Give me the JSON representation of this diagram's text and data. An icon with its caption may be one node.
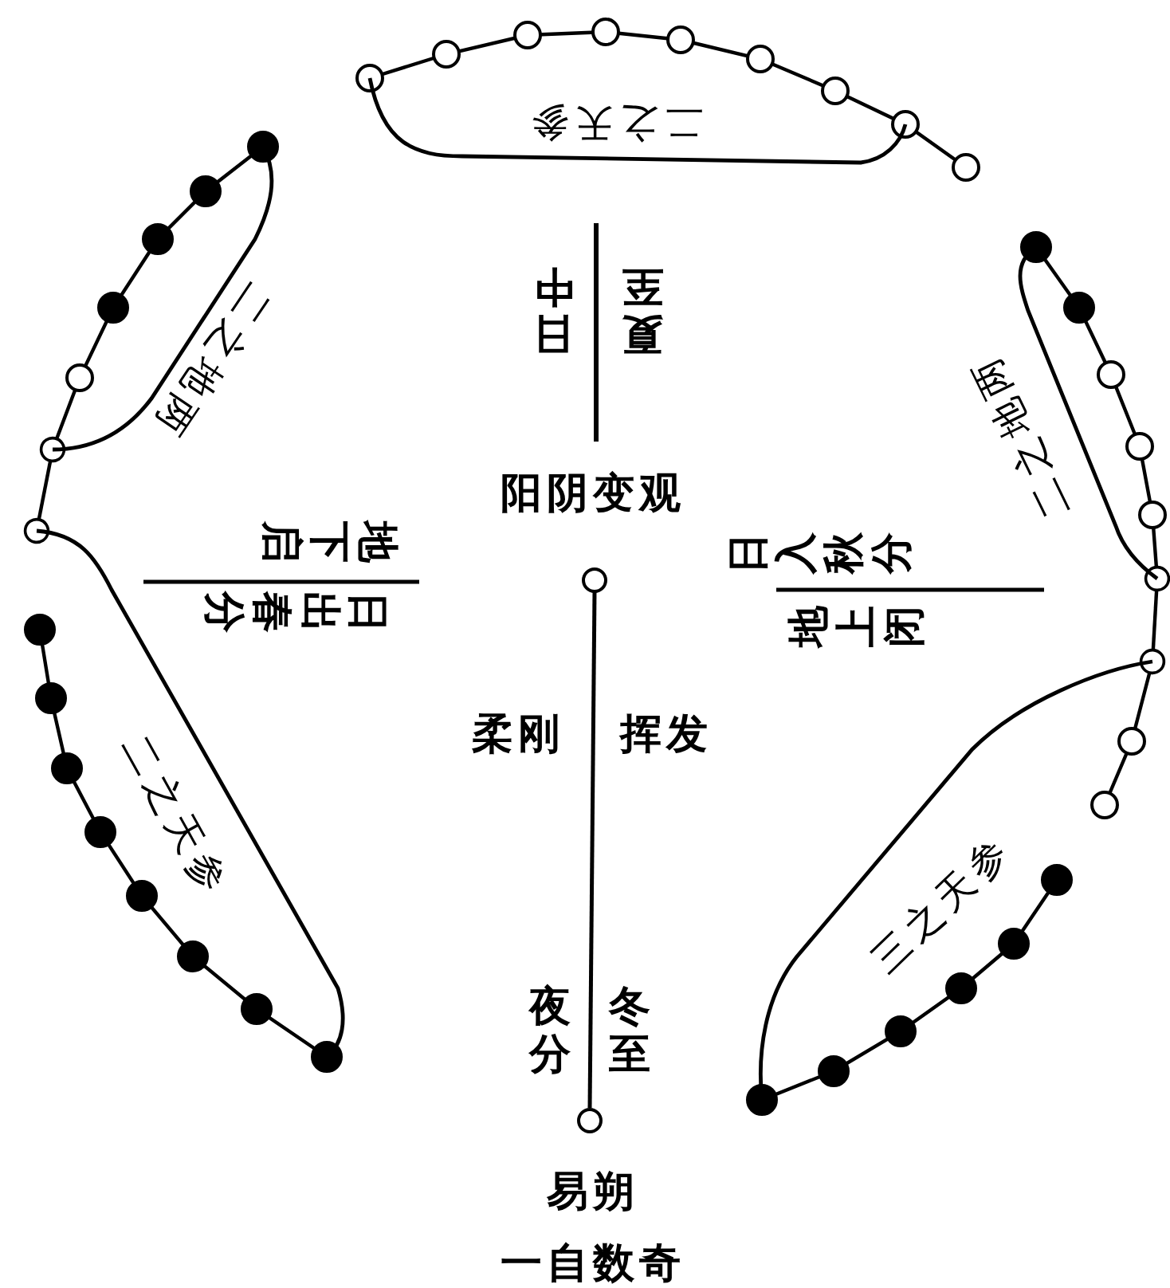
{
  "diagram": {
    "nodes": [
      {
        "text": [
          "二之天参"
        ]
      },
      {
        "text": [
          "二之地两"
        ]
      },
      {
        "text": [
          "二之地两"
        ]
      },
      {
        "text": [
          "二之天参"
        ]
      },
      {
        "text": [
          "三之天参"
        ]
      }
    ],
    "edges": [
      {
        "from": 1,
        "to": 3,
        "arrow": "other"
      },
      {
        "from": 2,
        "to": 4,
        "arrow": "other"
      }
    ],
    "labels": [
      "日中",
      "夏至",
      "阳阴变观",
      "地下启",
      "日出春分",
      "日入秋分",
      "地上闭",
      "柔刚",
      "挥发",
      "夜分",
      "冬至",
      "易朔",
      "一自数奇"
    ]
  }
}
